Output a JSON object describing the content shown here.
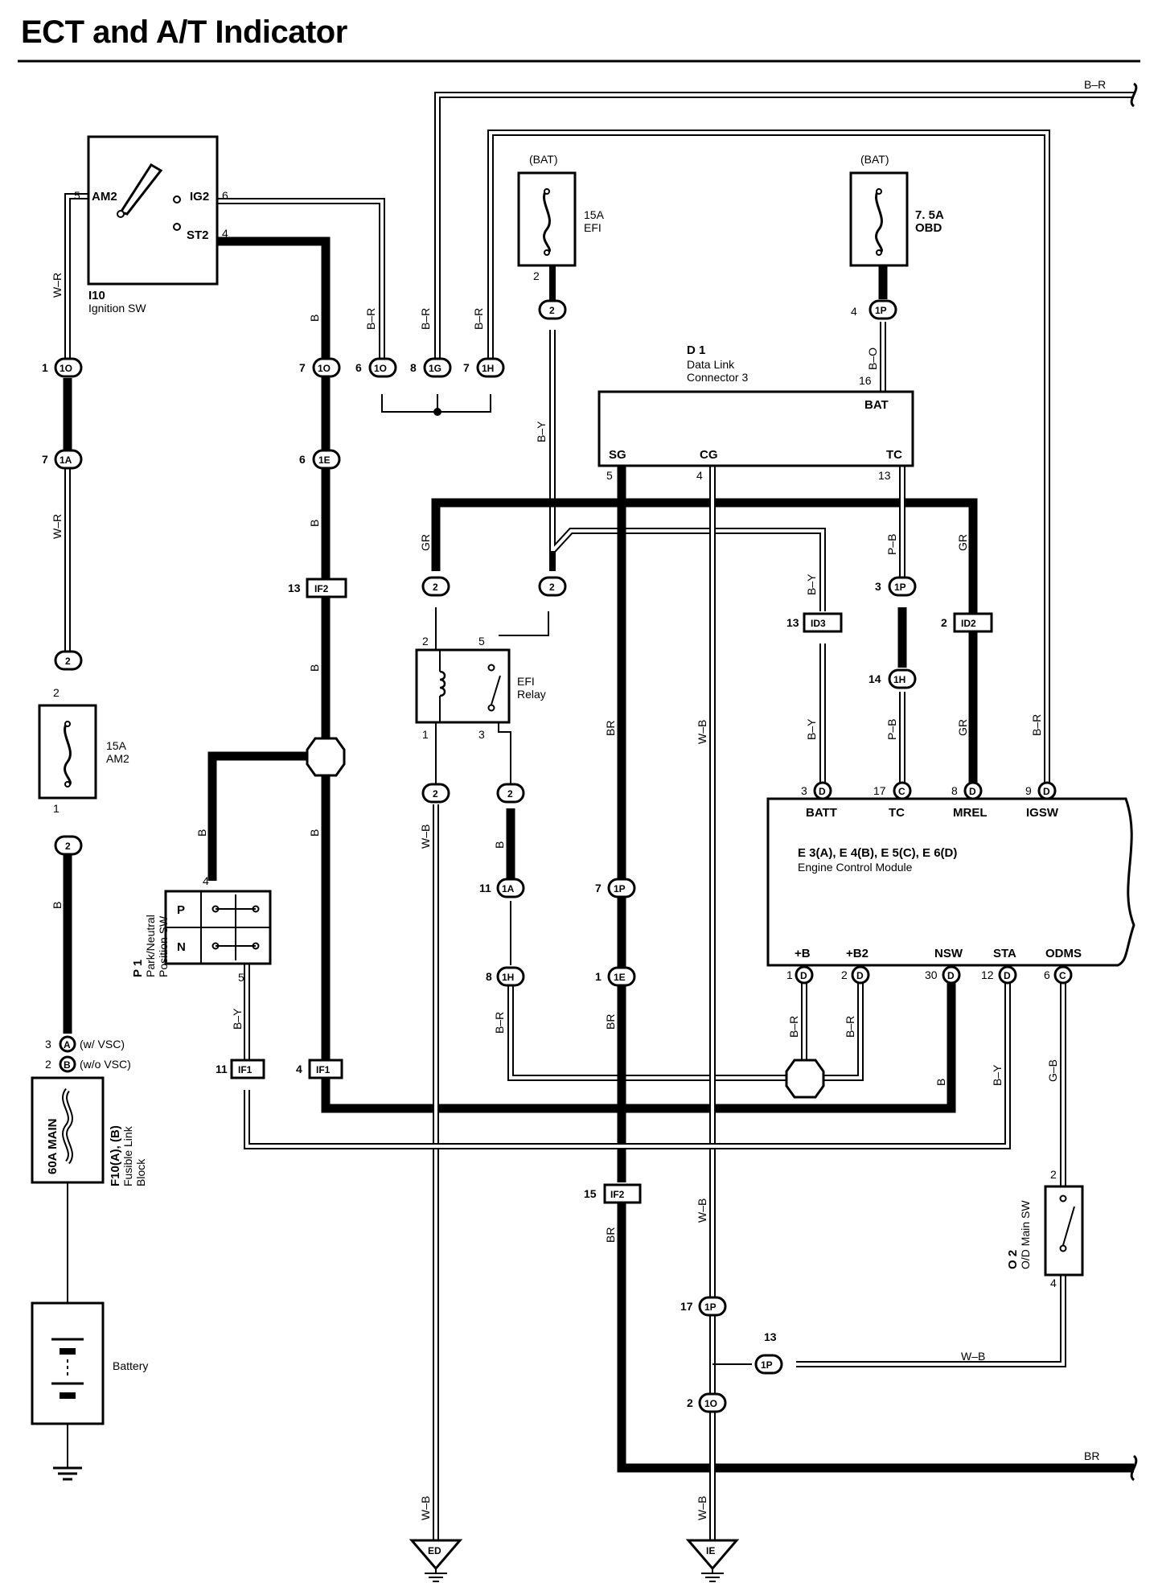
{
  "title": "ECT and A/T Indicator",
  "components": {
    "ignition_sw": {
      "id": "I10",
      "name": "Ignition SW",
      "pins": {
        "am2": "AM2",
        "ig2": "IG2",
        "st2": "ST2",
        "pin_am2": "5",
        "pin_ig2": "6",
        "pin_st2": "4"
      }
    },
    "fuse_efi": {
      "source": "(BAT)",
      "rating": "15A",
      "name": "EFI",
      "pin": "2"
    },
    "fuse_obd": {
      "source": "(BAT)",
      "rating": "7. 5A",
      "name": "OBD",
      "pin": "4"
    },
    "fuse_am2": {
      "rating": "15A",
      "name": "AM2",
      "pin_top": "2",
      "pin_bottom": "1"
    },
    "dlc": {
      "id": "D 1",
      "name_line1": "Data Link",
      "name_line2": "Connector 3",
      "bat": "BAT",
      "sg": "SG",
      "cg": "CG",
      "tc": "TC",
      "pin_bat": "16",
      "pin_sg": "5",
      "pin_cg": "4",
      "pin_tc": "13"
    },
    "efi_relay": {
      "name_line1": "EFI",
      "name_line2": "Relay",
      "pins": [
        "2",
        "5",
        "1",
        "3"
      ]
    },
    "ecm": {
      "id": "E 3(A), E 4(B), E 5(C), E 6(D)",
      "name": "Engine Control Module",
      "top_pins": [
        {
          "label": "BATT",
          "num": "3",
          "conn": "D"
        },
        {
          "label": "TC",
          "num": "17",
          "conn": "C"
        },
        {
          "label": "MREL",
          "num": "8",
          "conn": "D"
        },
        {
          "label": "IGSW",
          "num": "9",
          "conn": "D"
        }
      ],
      "bottom_pins": [
        {
          "label": "+B",
          "num": "1",
          "conn": "D"
        },
        {
          "label": "+B2",
          "num": "2",
          "conn": "D"
        },
        {
          "label": "NSW",
          "num": "30",
          "conn": "D"
        },
        {
          "label": "STA",
          "num": "12",
          "conn": "D"
        },
        {
          "label": "ODMS",
          "num": "6",
          "conn": "C"
        }
      ]
    },
    "pn_sw": {
      "id": "P 1",
      "name_line1": "Park/Neutral",
      "name_line2": "Position SW",
      "p": "P",
      "n": "N",
      "pin_top": "4",
      "pin_bottom": "5"
    },
    "fusible_link": {
      "rating": "60A MAIN",
      "id": "F10(A), (B)",
      "name_line1": "Fusible Link",
      "name_line2": "Block",
      "pin_a": "3",
      "pin_b": "2",
      "conn_a": "A",
      "conn_b": "B",
      "note_a": "(w/ VSC)",
      "note_b": "(w/o VSC)"
    },
    "battery": {
      "name": "Battery"
    },
    "od_main_sw": {
      "id": "O 2",
      "name": "O/D Main SW",
      "pin_top": "2",
      "pin_bottom": "4"
    }
  },
  "wire_colors": {
    "w_r": "W–R",
    "b_r": "B–R",
    "b": "B",
    "b_y": "B–Y",
    "gr": "GR",
    "br": "BR",
    "w_b": "W–B",
    "p_b": "P–B",
    "b_o": "B–O",
    "g_b": "G–B"
  },
  "connectors": {
    "c1O": "1O",
    "c1A": "1A",
    "c1E": "1E",
    "c1G": "1G",
    "c1H": "1H",
    "c1P": "1P",
    "c2": "2",
    "IF1": "IF1",
    "IF2": "IF2",
    "ID2": "ID2",
    "ID3": "ID3"
  },
  "connector_pins": {
    "n1": "1",
    "n2": "2",
    "n3": "3",
    "n4": "4",
    "n6": "6",
    "n7": "7",
    "n8": "8",
    "n11": "11",
    "n13": "13",
    "n14": "14",
    "n15": "15",
    "n17": "17"
  },
  "grounds": {
    "ed": "ED",
    "ie": "IE"
  }
}
